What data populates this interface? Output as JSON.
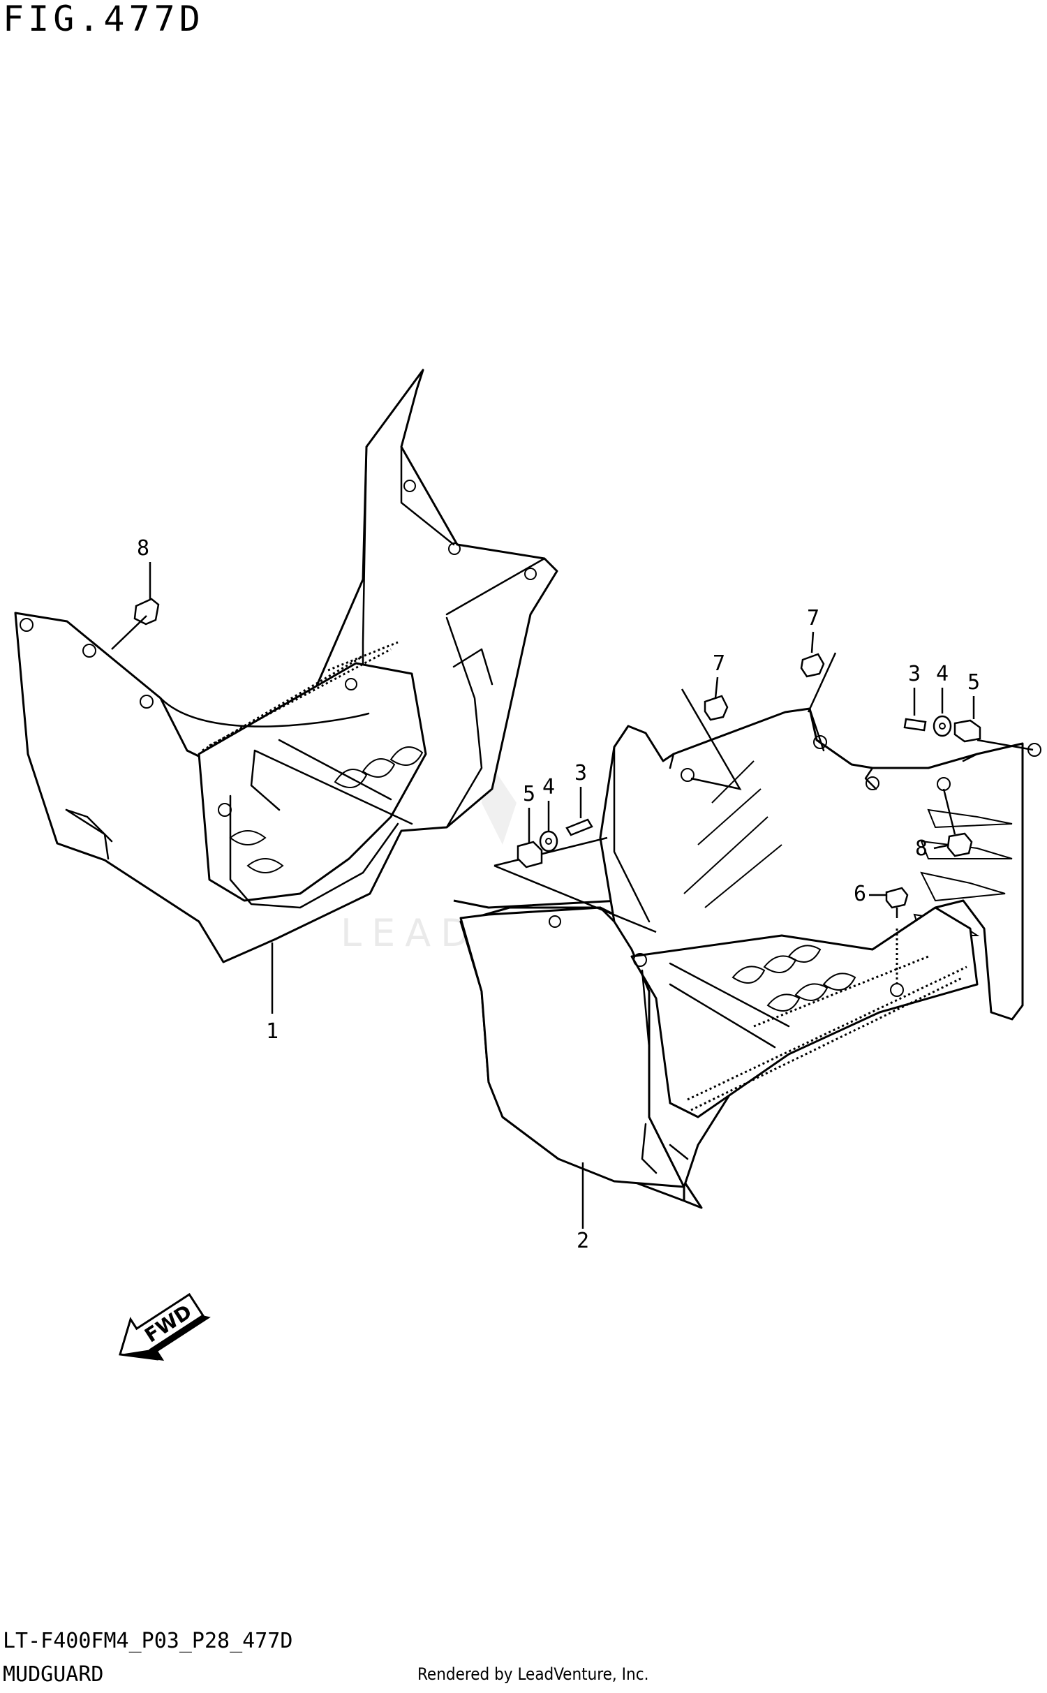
{
  "figure": {
    "title": "FIG.477D",
    "model_code": "LT-F400FM4_P03_P28_477D",
    "name": "MUDGUARD",
    "credit": "Rendered by LeadVenture, Inc.",
    "watermark": "LEADVENTURE"
  },
  "fwd_arrow": {
    "label": "FWD"
  },
  "callouts": {
    "left_bolt_8": "8",
    "left_mudguard_1": "1",
    "right_mudguard_2": "2",
    "bolt_7_a": "7",
    "bolt_7_b": "7",
    "screw_3_left": "3",
    "washer_4_left": "4",
    "cushion_5_left": "5",
    "screw_3_right": "3",
    "washer_4_right": "4",
    "cushion_5_right": "5",
    "bolt_8_right": "8",
    "bolt_6": "6"
  }
}
